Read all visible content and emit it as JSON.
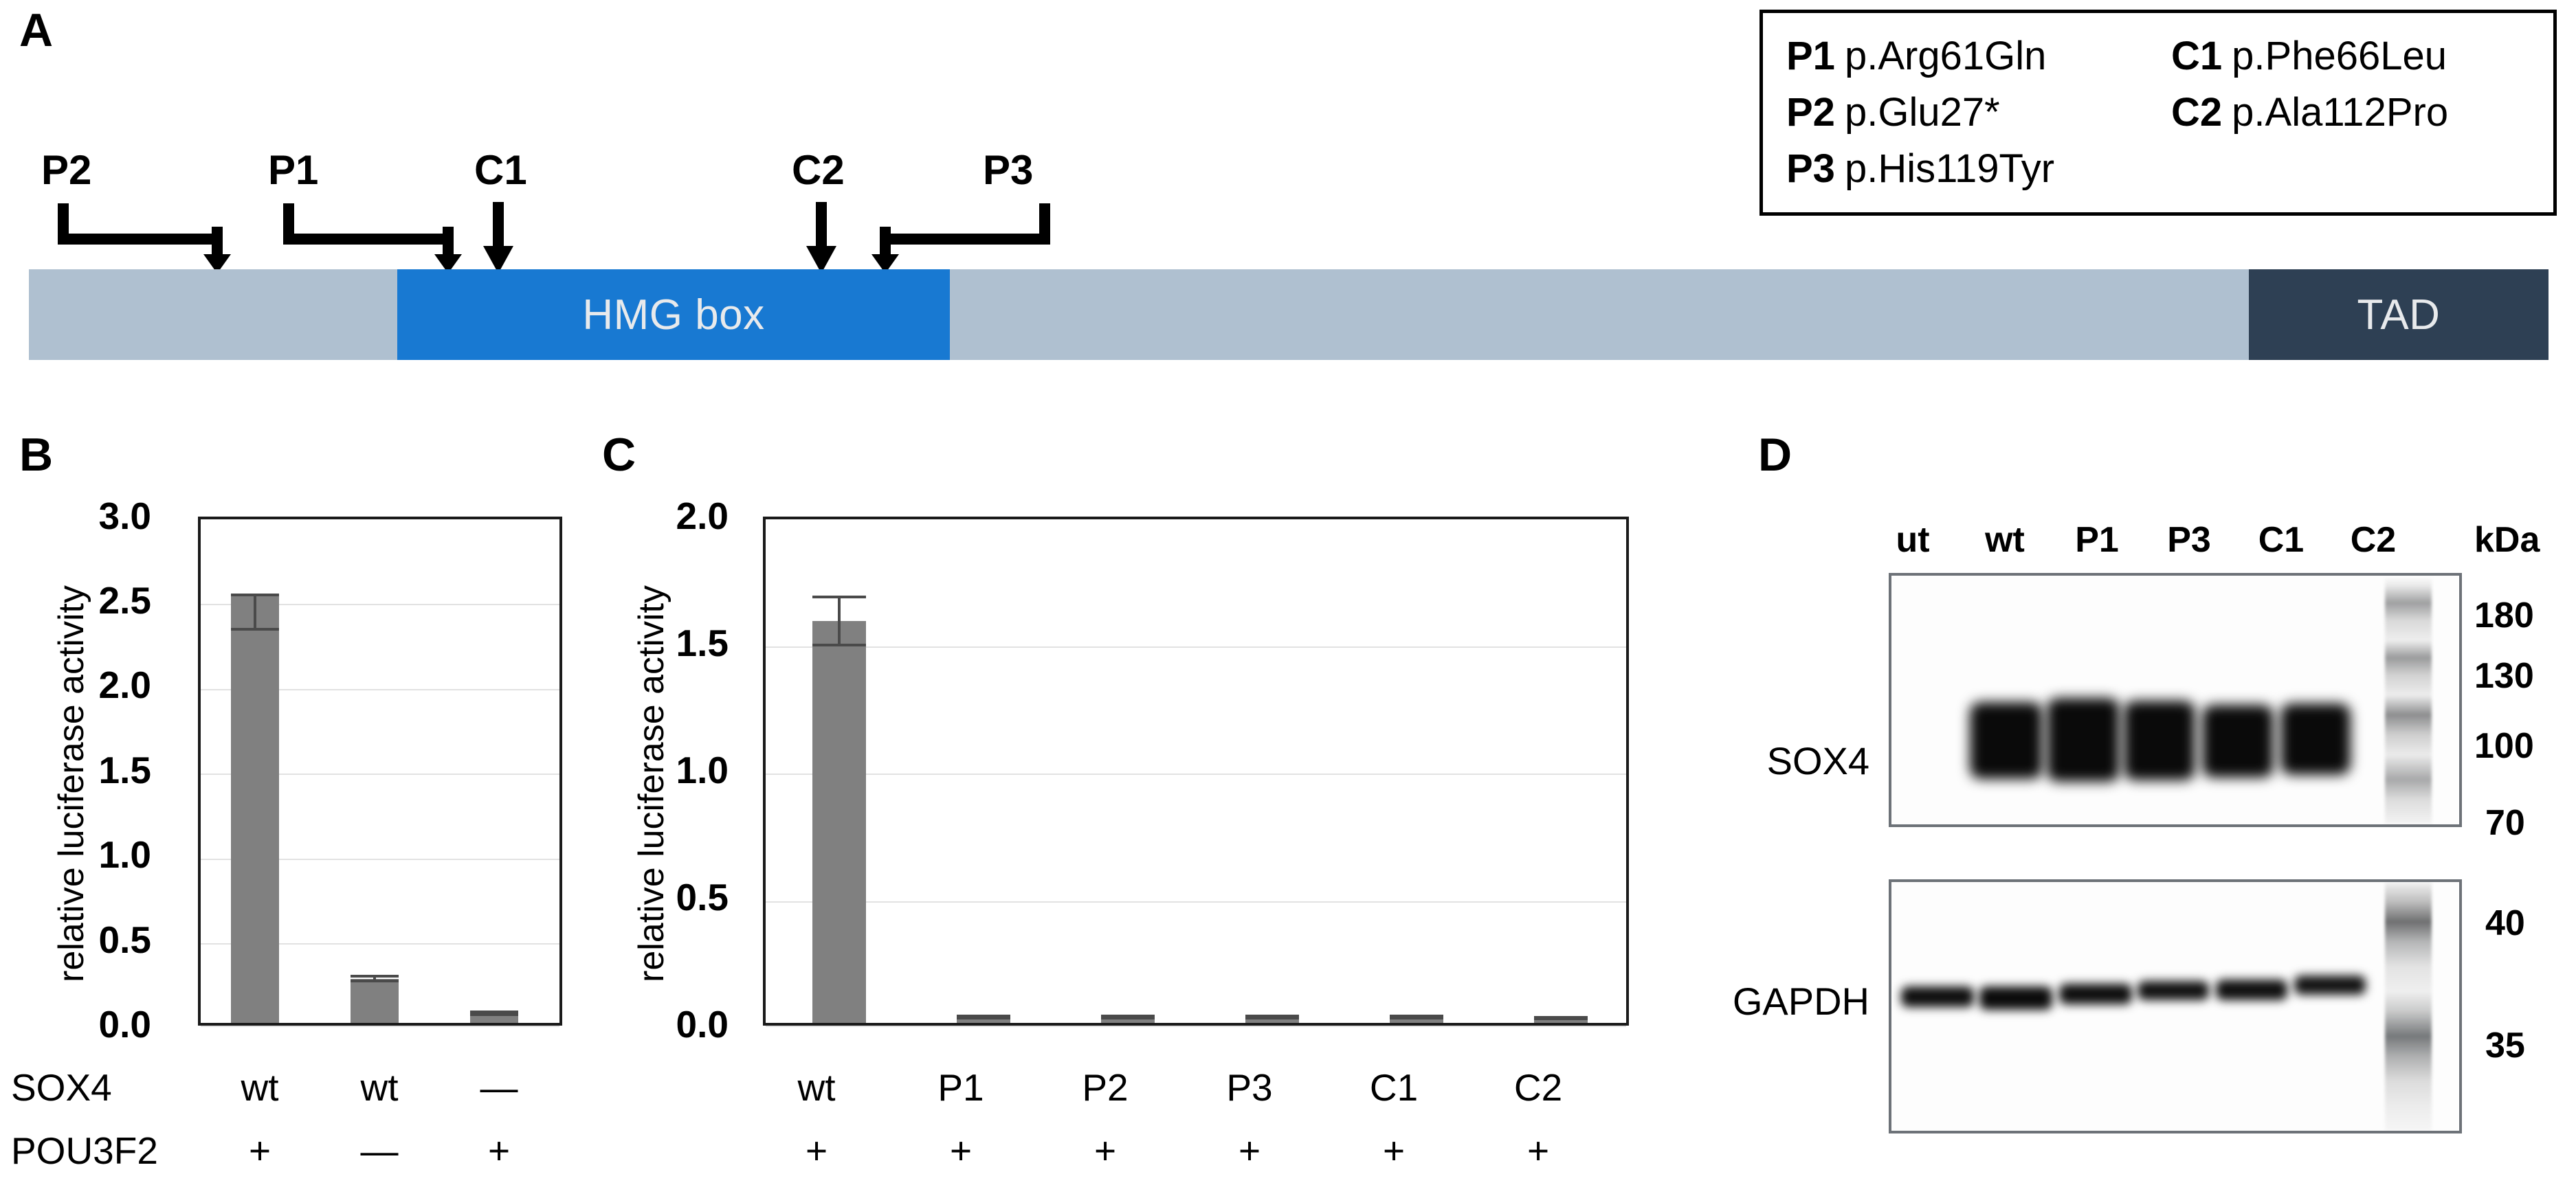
{
  "panels": {
    "a": "A",
    "b": "B",
    "c": "C",
    "d": "D"
  },
  "panel_a": {
    "legend": [
      {
        "code": "P1",
        "change": "p.Arg61Gln"
      },
      {
        "code": "C1",
        "change": "p.Phe66Leu"
      },
      {
        "code": "P2",
        "change": "p.Glu27*"
      },
      {
        "code": "C2",
        "change": "p.Ala112Pro"
      },
      {
        "code": "P3",
        "change": "p.His119Tyr"
      }
    ],
    "domains": [
      {
        "name": "body",
        "label": ""
      },
      {
        "name": "hmg",
        "label": "HMG box"
      },
      {
        "name": "tad",
        "label": "TAD"
      }
    ],
    "hmg_label": "HMG box",
    "tad_label": "TAD",
    "markers": [
      {
        "code": "P2"
      },
      {
        "code": "P1"
      },
      {
        "code": "C1"
      },
      {
        "code": "C2"
      },
      {
        "code": "P3"
      }
    ],
    "colors": {
      "body": "#AFC0D0",
      "hmg_box": "#1879D2",
      "tad": "#2E4054",
      "domain_text": "#E8EAEC"
    }
  },
  "chart_data": [
    {
      "panel": "B",
      "type": "bar",
      "title": "",
      "xlabel": "",
      "ylabel": "relative luciferase activity",
      "ylim": [
        0.0,
        3.0
      ],
      "yticks": [
        "0.0",
        "0.5",
        "1.0",
        "1.5",
        "2.0",
        "2.5",
        "3.0"
      ],
      "ytick_values": [
        0.0,
        0.5,
        1.0,
        1.5,
        2.0,
        2.5,
        3.0
      ],
      "grid": true,
      "legend": "none",
      "categories": [
        "wt",
        "wt",
        "—"
      ],
      "values": [
        2.53,
        0.26,
        0.05
      ],
      "errors": [
        0.11,
        0.02,
        0.012
      ],
      "bar_color": "#808080",
      "condition_rows": [
        {
          "name": "SOX4",
          "values": [
            "wt",
            "wt",
            "—"
          ]
        },
        {
          "name": "POU3F2",
          "values": [
            "+",
            "—",
            "+"
          ]
        }
      ]
    },
    {
      "panel": "C",
      "type": "bar",
      "title": "",
      "xlabel": "",
      "ylabel": "relative luciferase activity",
      "ylim": [
        0.0,
        2.0
      ],
      "yticks": [
        "0.0",
        "0.5",
        "1.0",
        "1.5",
        "2.0"
      ],
      "ytick_values": [
        0.0,
        0.5,
        1.0,
        1.5,
        2.0
      ],
      "grid": true,
      "legend": "none",
      "categories": [
        "wt",
        "P1",
        "P2",
        "P3",
        "C1",
        "C2"
      ],
      "values": [
        1.58,
        0.02,
        0.02,
        0.02,
        0.02,
        0.015
      ],
      "errors": [
        0.1,
        0.008,
        0.008,
        0.008,
        0.008,
        0.007
      ],
      "bar_color": "#808080",
      "condition_rows": [
        {
          "name": "",
          "values": [
            "+",
            "+",
            "+",
            "+",
            "+",
            "+"
          ]
        }
      ]
    }
  ],
  "panel_d": {
    "lane_labels": [
      "ut",
      "wt",
      "P1",
      "P3",
      "C1",
      "C2"
    ],
    "kda_header": "kDa",
    "blots": [
      {
        "name": "SOX4",
        "markers": [
          "180",
          "130",
          "100",
          "70"
        ],
        "bands": [
          false,
          true,
          true,
          true,
          true,
          true
        ]
      },
      {
        "name": "GAPDH",
        "markers": [
          "40",
          "35"
        ],
        "bands": [
          true,
          true,
          true,
          true,
          true,
          true
        ]
      }
    ]
  }
}
